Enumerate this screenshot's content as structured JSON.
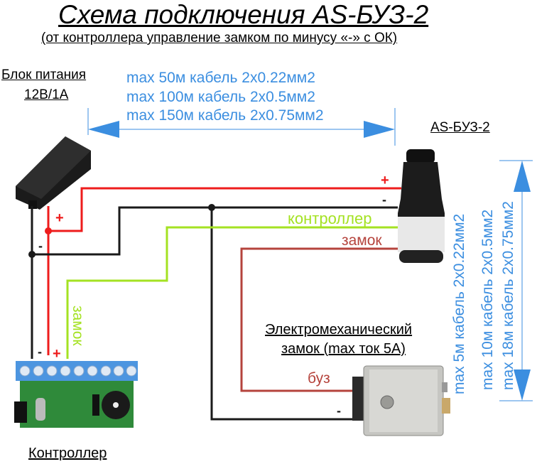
{
  "title": "Схема подключения AS-БУЗ-2",
  "subtitle": "(от контроллера управление замком по минусу «-» с ОК)",
  "power_supply": {
    "label_line1": "Блок питания",
    "label_line2": "12В/1А"
  },
  "horizontal_cable_limits": [
    "max 50м кабель 2x0.22мм2",
    "max 100м кабель 2x0.5мм2",
    "max 150м кабель 2x0.75мм2"
  ],
  "vertical_cable_limits": [
    "max 5м кабель 2x0.22мм2",
    "max 10м кабель 2x0.5мм2",
    "max 18м кабель 2x0.75мм2"
  ],
  "device_label": "AS-БУЗ-2",
  "lock_label_line1": "Электромеханический",
  "lock_label_line2": "замок (max ток 5А)",
  "controller_label": "Контроллер",
  "wire_labels": {
    "plus": "+",
    "minus": "-",
    "controller": "контроллер",
    "lock": "замок",
    "buz": "буз"
  },
  "colors": {
    "red": "#ee1c1c",
    "black": "#1a1a1a",
    "green": "#a4e222",
    "brown": "#b5433c",
    "blue": "#3b8ee0"
  }
}
